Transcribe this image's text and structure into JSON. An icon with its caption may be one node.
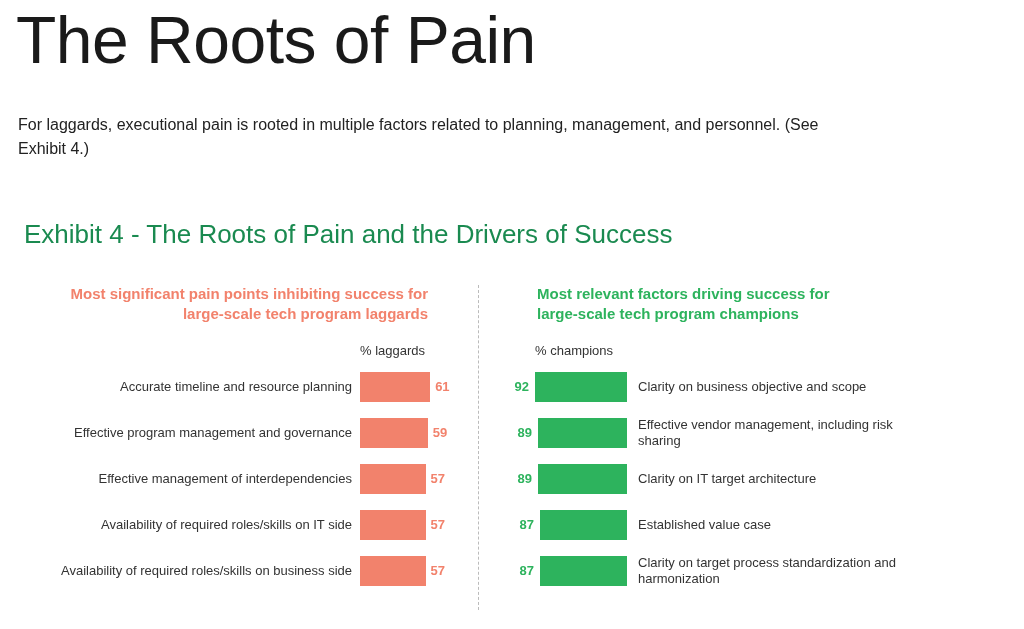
{
  "diagram": {
    "title": "The Roots of Pain",
    "labels": [
      "For laggards, executional pain is rooted in multiple factors related to planning, management, and personnel. (See Exhibit 4.)",
      "Exhibit 4 - The Roots of Pain and the Drivers of Success"
    ],
    "chart_data": [
      {
        "type": "bar",
        "orientation": "horizontal",
        "title": "Most significant pain points inhibiting success for large-scale tech program laggards",
        "xlabel": "% laggards",
        "categories": [
          "Accurate timeline and resource planning",
          "Effective program management and governance",
          "Effective management of interdependencies",
          "Availability of required roles/skills on IT side",
          "Availability of required roles/skills on business side"
        ],
        "data_labels": true,
        "series": [
          {
            "color": "#f2826c",
            "values": [
              61,
              59,
              57,
              57,
              57
            ]
          }
        ]
      },
      {
        "type": "bar",
        "orientation": "horizontal",
        "title": "Most relevant factors driving success for large-scale tech program champions",
        "xlabel": "% champions",
        "categories": [
          "Clarity on business objective and scope",
          "Effective vendor management, including risk sharing",
          "Clarity on IT target architecture",
          "Established value case",
          "Clarity on target process standardization and harmonization"
        ],
        "data_labels": true,
        "series": [
          {
            "color": "#2db35d",
            "values": [
              92,
              89,
              89,
              87,
              87
            ]
          }
        ]
      }
    ]
  }
}
